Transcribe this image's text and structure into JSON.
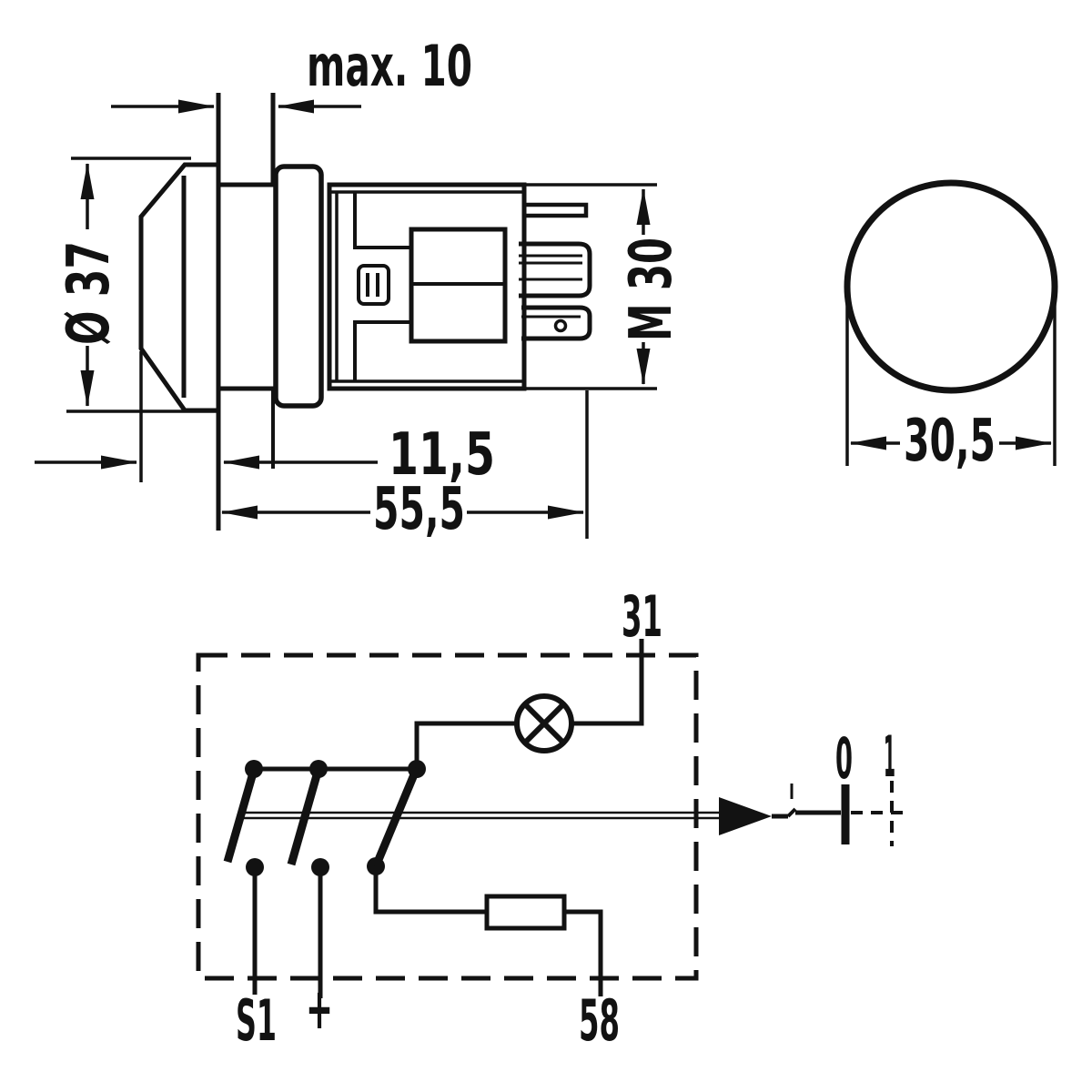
{
  "drawing": {
    "kind": "switch-technical-drawing-with-circuit",
    "side_view": {
      "dim_panel_thickness": "max. 10",
      "dim_cap_diameter": "Ø 37",
      "dim_thread": "M 30",
      "dim_protrusion": "11,5",
      "dim_mount_depth": "55,5"
    },
    "front_view": {
      "dim_hole_diameter": "30,5"
    },
    "circuit": {
      "terminal_31": "31",
      "terminal_s1": "S1",
      "terminal_plus": "+",
      "terminal_58": "58",
      "position_off": "0",
      "position_on": "1"
    }
  }
}
